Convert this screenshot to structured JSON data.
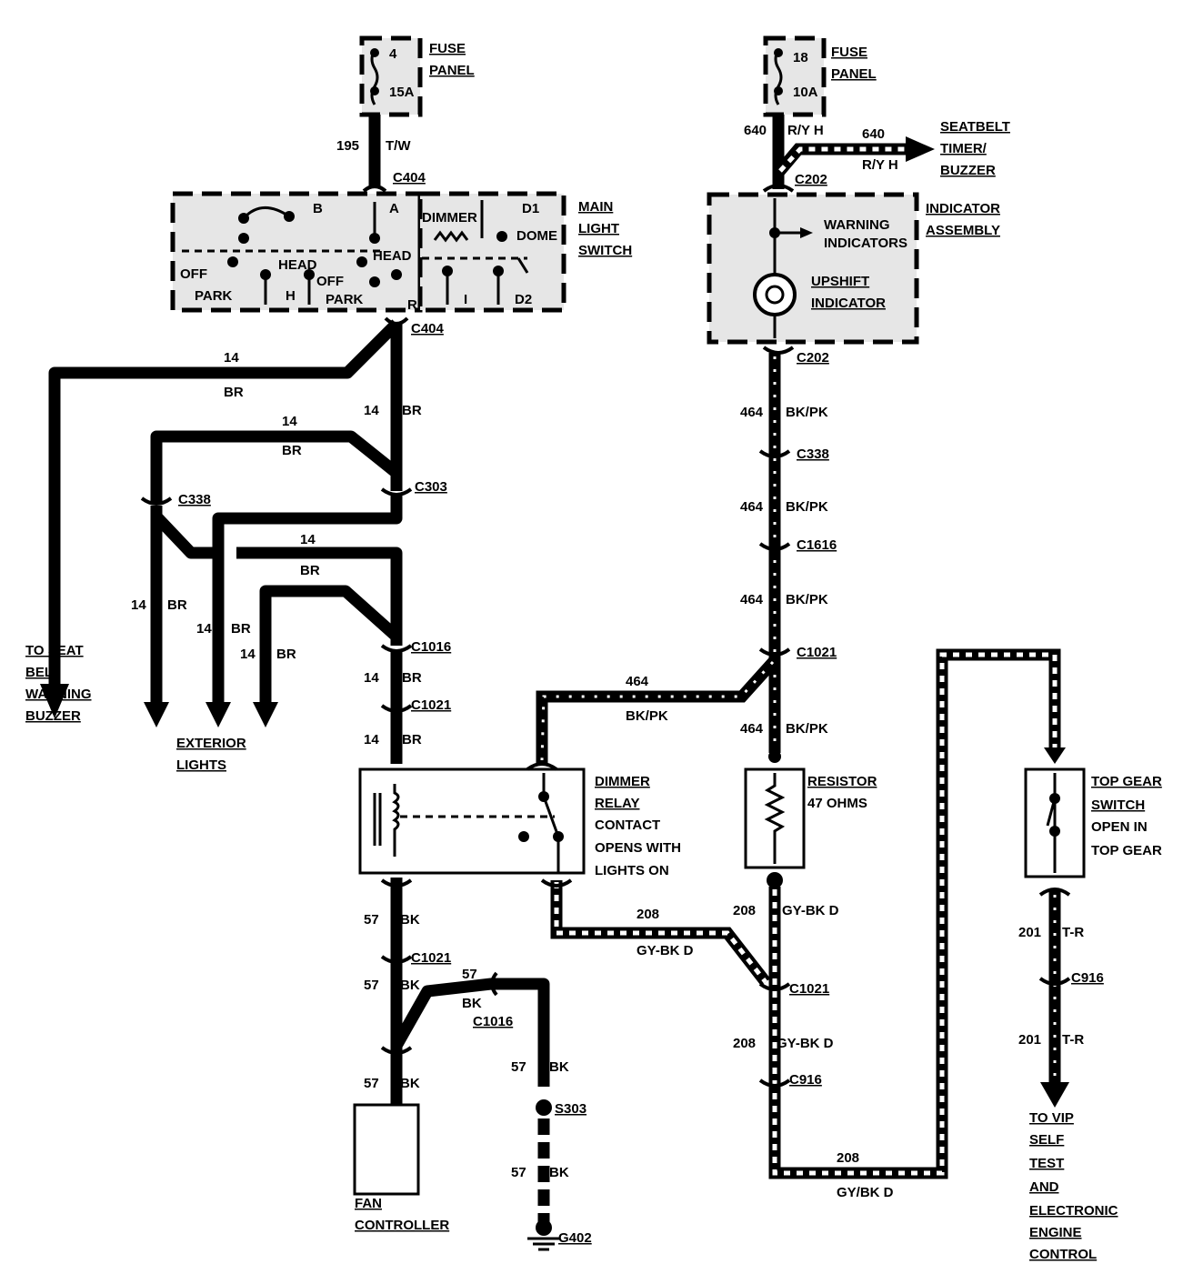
{
  "fuse_left": {
    "label": "FUSE\nPANEL",
    "number": "4",
    "rating": "15A"
  },
  "fuse_right": {
    "label": "FUSE\nPANEL",
    "number": "18",
    "rating": "10A"
  },
  "main_light_switch": {
    "title": "MAIN\nLIGHT\nSWITCH",
    "terminals": [
      "B",
      "A",
      "R",
      "D1",
      "I",
      "D2"
    ],
    "positions": [
      "OFF",
      "PARK",
      "H",
      "HEAD",
      "OFF",
      "PARK",
      "HEAD",
      "DIMMER",
      "DOME"
    ]
  },
  "indicator_assembly": {
    "title": "INDICATOR\nASSEMBLY",
    "warning": "WARNING\nINDICATORS",
    "upshift": "UPSHIFT\nINDICATOR"
  },
  "seatbelt": {
    "label": "SEATBELT\nTIMER/\nBUZZER",
    "circuit": "640",
    "color": "R/Y H"
  },
  "connectors": {
    "c404": "C404",
    "c202": "C202",
    "c303": "C303",
    "c338": "C338",
    "c1016": "C1016",
    "c1021": "C1021",
    "c1616": "C1616",
    "c916": "C916",
    "s303": "S303",
    "g402": "G402"
  },
  "circuits": {
    "c195": "195",
    "tw": "T/W",
    "c640": "640",
    "ryh": "R/Y H",
    "c14": "14",
    "br": "BR",
    "c464": "464",
    "bkpk": "BK/PK",
    "c57": "57",
    "bk": "BK",
    "c208": "208",
    "gybkd": "GY-BK D",
    "gyslashbkd": "GY/BK D",
    "c201": "201",
    "tr": "T-R"
  },
  "dimmer_relay": {
    "title": "DIMMER\nRELAY",
    "note": "CONTACT\nOPENS WITH\nLIGHTS ON"
  },
  "resistor": {
    "title": "RESISTOR",
    "value": "47 OHMS"
  },
  "top_gear_switch": {
    "title": "TOP GEAR\nSWITCH",
    "note": "OPEN IN\nTOP GEAR"
  },
  "destinations": {
    "seat_belt_buzzer": "TO SEAT\nBELT\nWARNING\nBUZZER",
    "exterior_lights": "EXTERIOR\nLIGHTS",
    "fan_controller": "FAN\nCONTROLLER",
    "vip": "TO VIP\nSELF\nTEST\nAND\nELECTRONIC\nENGINE\nCONTROL"
  }
}
